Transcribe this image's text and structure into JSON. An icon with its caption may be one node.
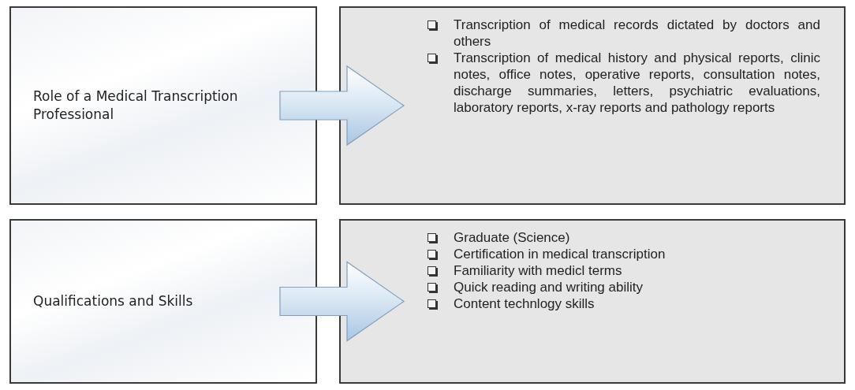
{
  "diagram": {
    "nodes": [
      {
        "text": [
          "Role of a Medical Transcription Professional"
        ]
      },
      {
        "text": [
          "Transcription of medical records dictated by doctors and others",
          "Transcription of medical history and physical reports, clinic notes, office notes, operative reports, consultation notes, discharge summaries, letters, psychiatric evaluations, laboratory reports, x-ray reports and pathology reports"
        ]
      },
      {
        "text": [
          "Qualifications and Skills"
        ]
      },
      {
        "text": [
          "Graduate (Science)",
          "Certification in medical transcription",
          "Familiarity with medicl terms",
          "Quick reading and writing ability",
          "Content technlogy skills"
        ]
      }
    ],
    "edges": [
      {
        "from": 0,
        "to": 1,
        "arrow": "to"
      },
      {
        "from": 2,
        "to": 3,
        "arrow": "to"
      }
    ]
  }
}
